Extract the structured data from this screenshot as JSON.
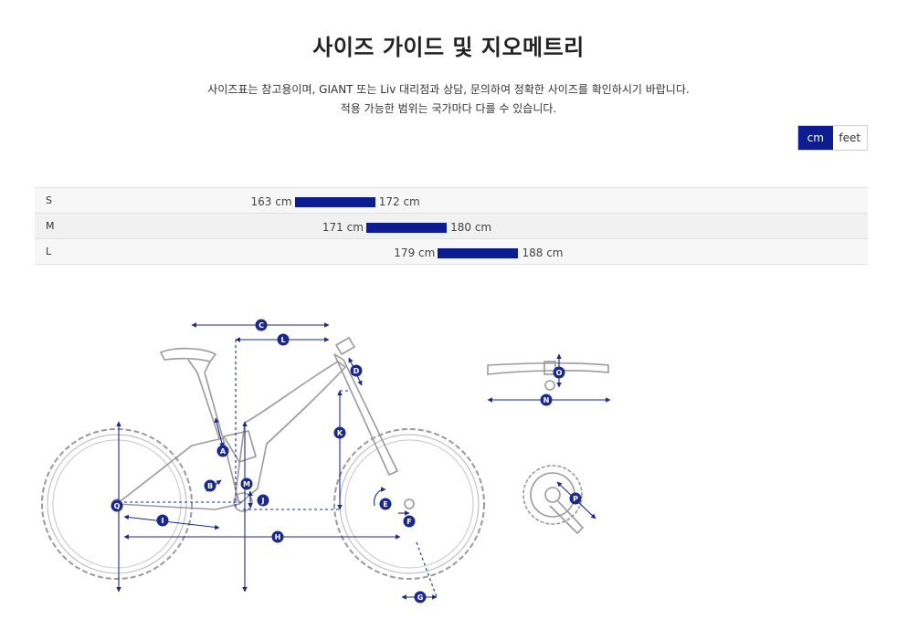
{
  "title": "사이즈 가이드 및 지오메트리",
  "intro": {
    "line1": "사이즈표는 참고용이며, GIANT 또는 Liv 대리점과 상담, 문의하여 정확한 사이즈를 확인하시기 바랍니다.",
    "line2": "적용 가능한 범위는 국가마다 다를 수 있습니다."
  },
  "units": {
    "cm": "cm",
    "feet": "feet",
    "active": "cm"
  },
  "sizes": {
    "axis_range_cm": [
      136,
      225
    ],
    "rows": [
      {
        "label": "S",
        "min": 163,
        "max": 172,
        "min_text": "163 cm",
        "max_text": "172 cm"
      },
      {
        "label": "M",
        "min": 171,
        "max": 180,
        "min_text": "171 cm",
        "max_text": "180 cm"
      },
      {
        "label": "L",
        "min": 179,
        "max": 188,
        "min_text": "179 cm",
        "max_text": "188 cm"
      }
    ]
  },
  "geometry_labels": {
    "a": "A",
    "b": "B",
    "c": "C",
    "d": "D",
    "e": "E",
    "f": "F",
    "g": "G",
    "h": "H",
    "i": "I",
    "j": "J",
    "k": "K",
    "l": "L",
    "m": "M",
    "n": "N",
    "o": "O",
    "p": "P",
    "q": "Q"
  },
  "colors": {
    "accent": "#0d1d8f",
    "line": "#1b2a8a",
    "frame": "#9a9a9a"
  }
}
